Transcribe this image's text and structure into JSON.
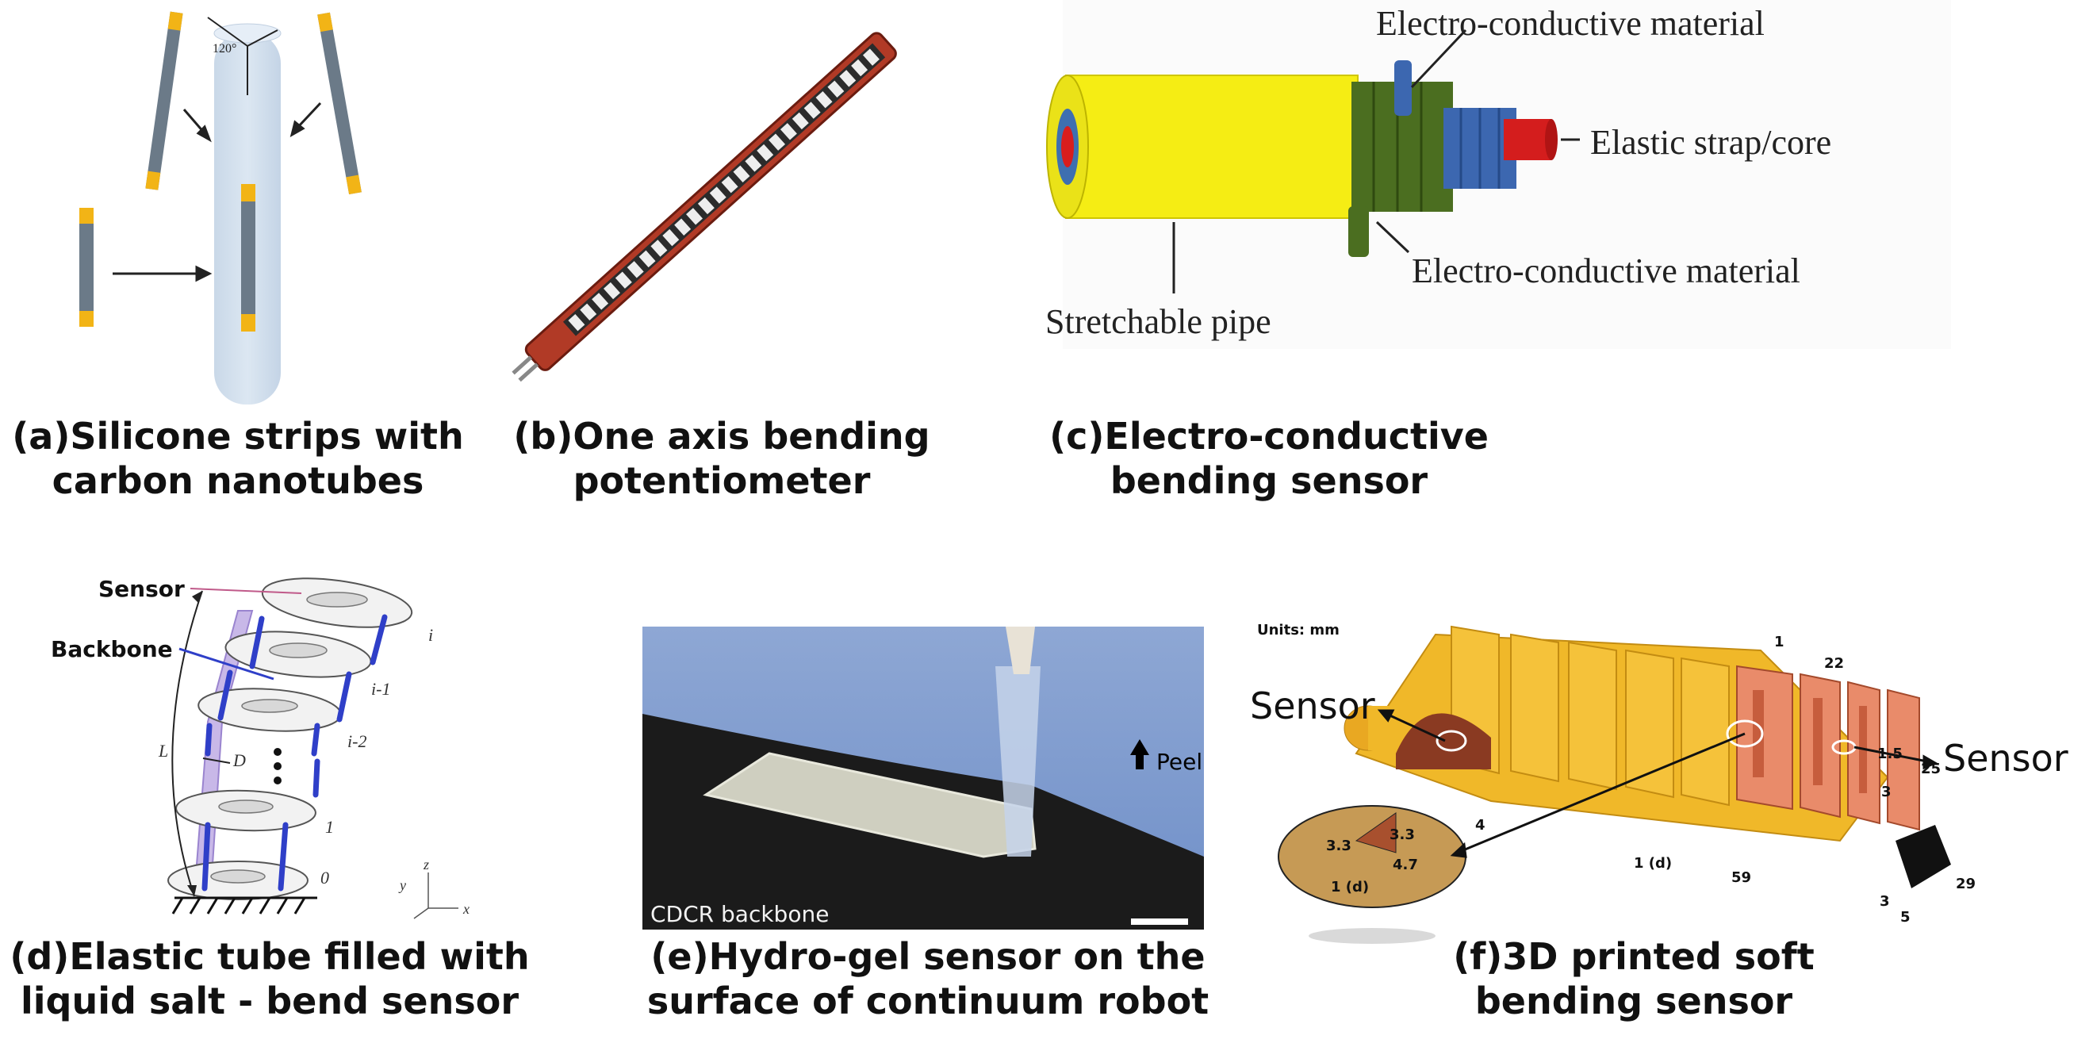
{
  "panels": {
    "a": {
      "caption_line1": "(a)Silicone strips with",
      "caption_line2": "carbon nanotubes",
      "angle_label": "120°"
    },
    "b": {
      "caption_line1": "(b)One axis bending",
      "caption_line2": "potentiometer"
    },
    "c": {
      "caption_line1": "(c)Electro-conductive",
      "caption_line2": "bending sensor",
      "label_top": "Electro-conductive material",
      "label_core": "Elastic strap/core",
      "label_bottom": "Electro-conductive material",
      "label_pipe": "Stretchable pipe"
    },
    "d": {
      "caption_line1": "(d)Elastic tube filled with",
      "caption_line2": "liquid salt - bend sensor",
      "label_sensor": "Sensor",
      "label_backbone": "Backbone",
      "label_i": "i",
      "label_i1": "i-1",
      "label_i2": "i-2",
      "label_1": "1",
      "label_0": "0",
      "label_L": "L",
      "label_D": "D",
      "axis_z": "z",
      "axis_y": "y",
      "axis_x": "x"
    },
    "e": {
      "caption_line1": "(e)Hydro-gel sensor on the",
      "caption_line2": "surface of continuum robot",
      "label_peel": "Peel",
      "label_cdcr": "CDCR backbone"
    },
    "f": {
      "caption_line1": "(f)3D printed soft",
      "caption_line2": "bending sensor",
      "units": "Units: mm",
      "sensor_left": "Sensor",
      "sensor_right": "Sensor",
      "dims": {
        "d1_top": "1",
        "d22": "22",
        "d15": "1.5",
        "d25": "25",
        "d3": "3",
        "d4": "4",
        "d1d": "1 (d)",
        "d59": "59",
        "d29": "29",
        "d3b": "3",
        "d5": "5",
        "z33a": "3.3",
        "z33b": "3.3",
        "z47": "4.7",
        "z1d": "1 (d)"
      }
    }
  }
}
